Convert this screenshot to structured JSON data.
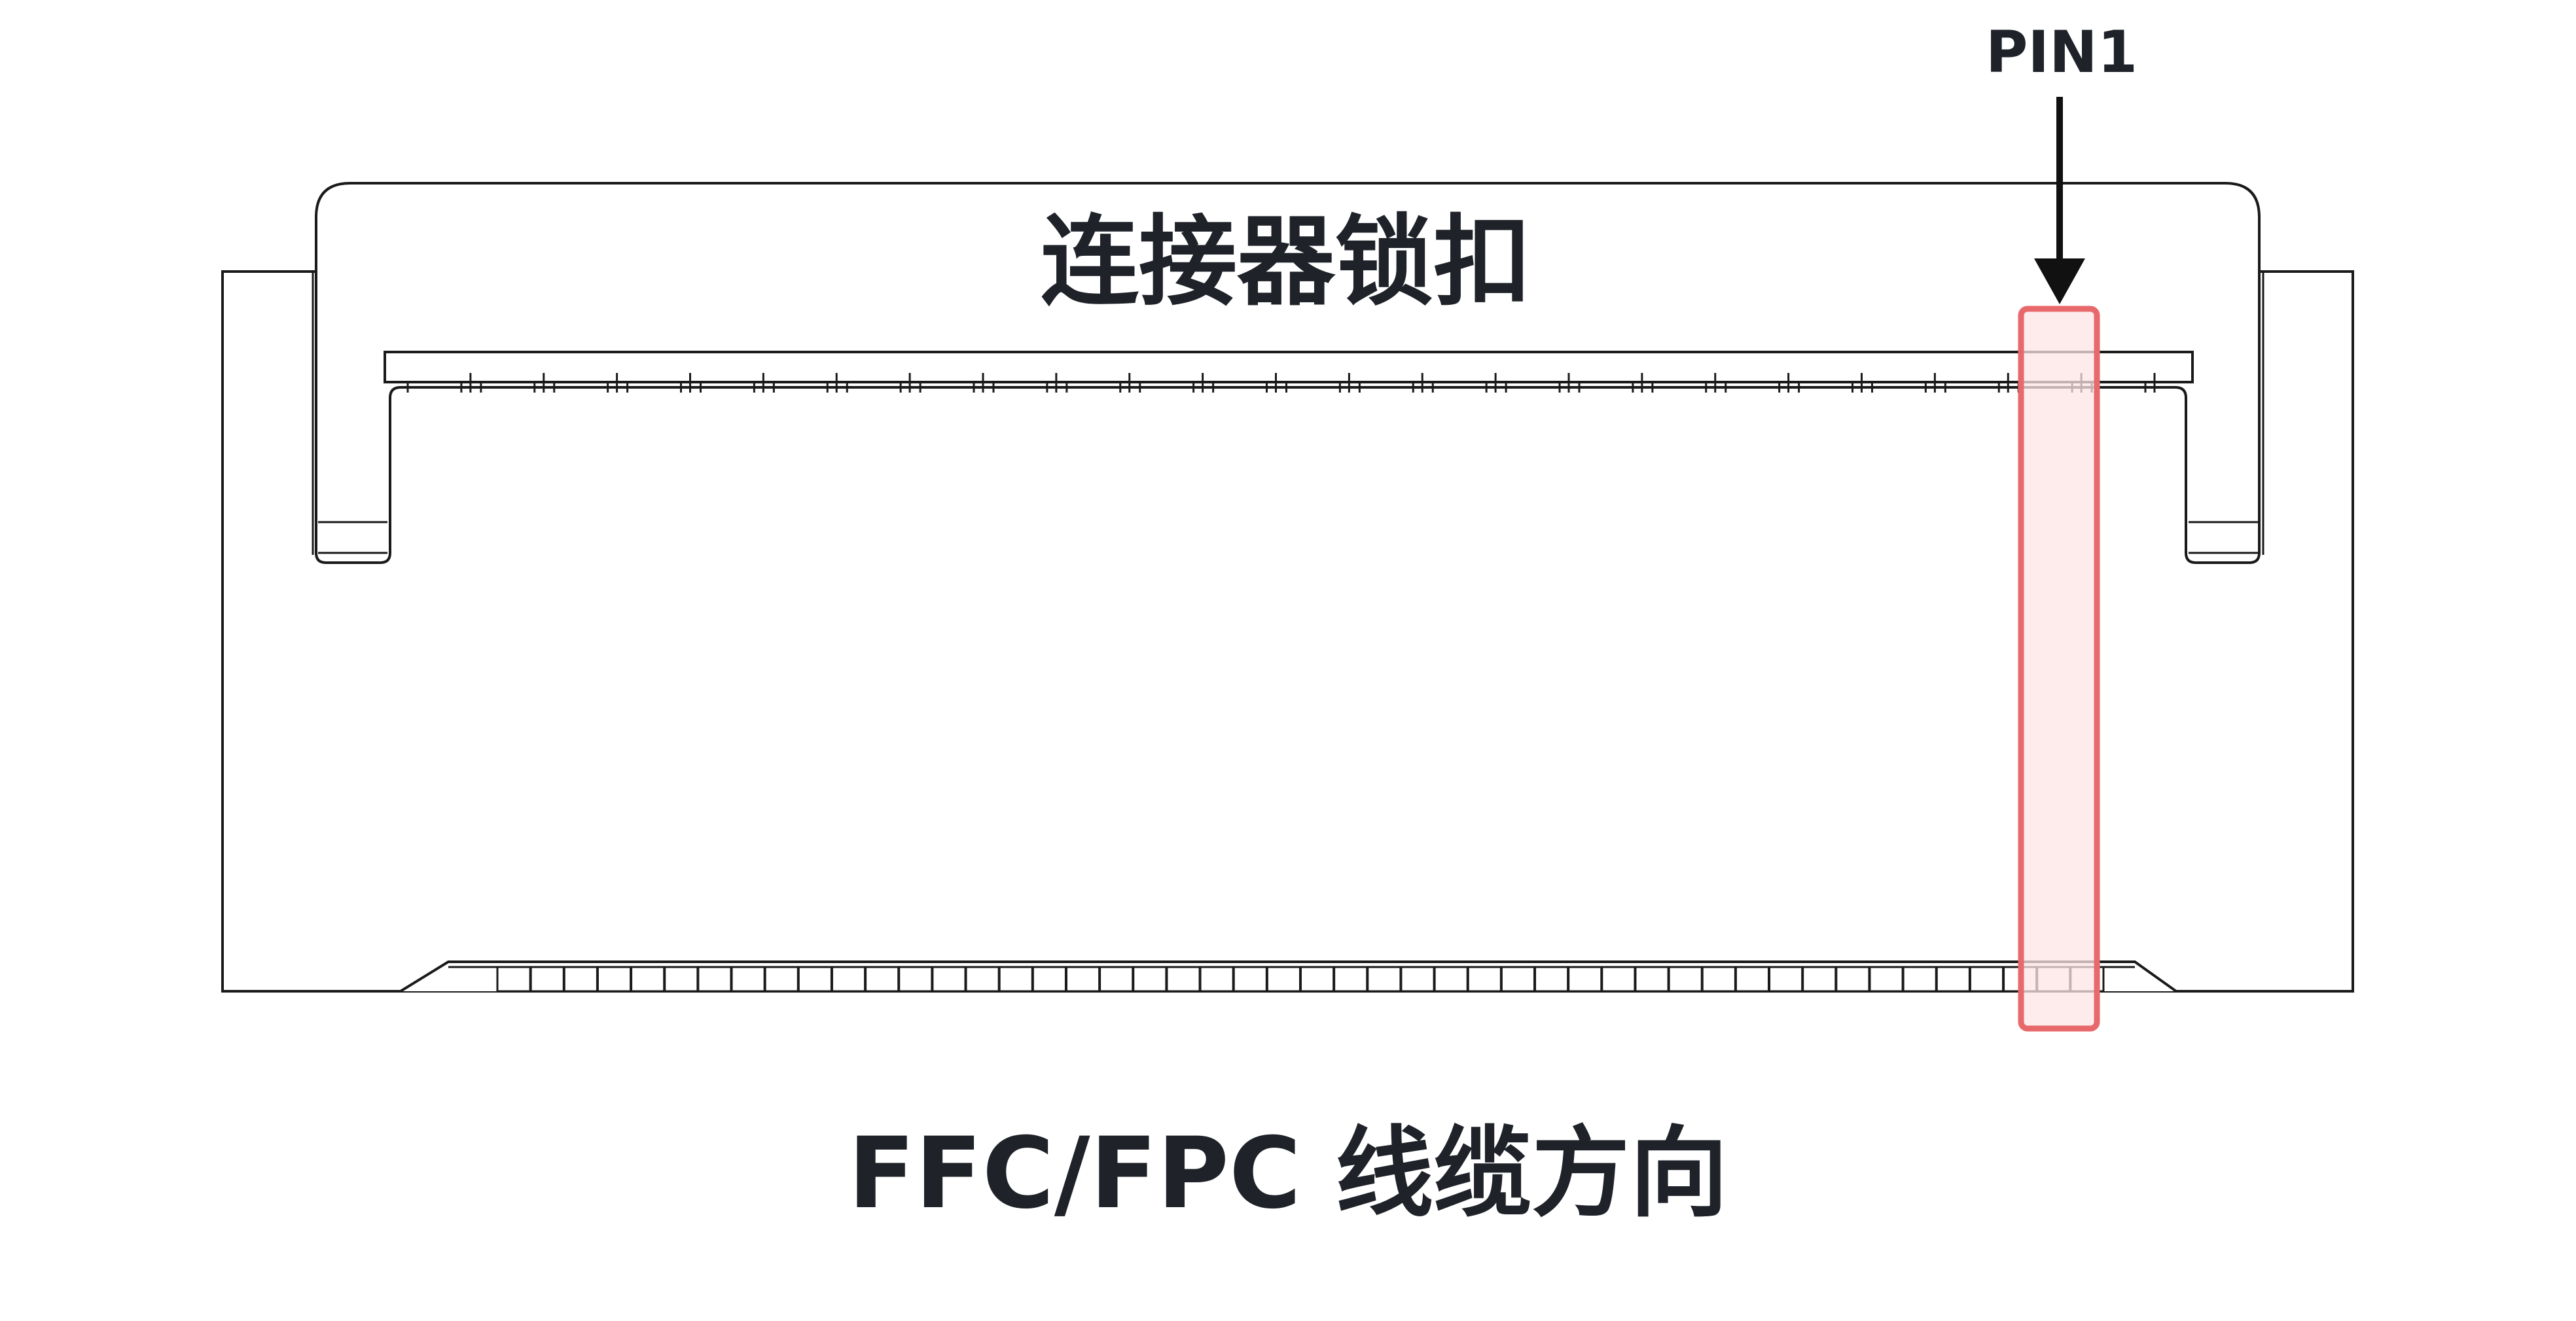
{
  "diagram": {
    "pin_label": "PIN1",
    "latch_label": "连接器锁扣",
    "cable_label": "FFC/FPC 线缆方向"
  },
  "colors": {
    "outline": "#1a1a1a",
    "highlight_stroke": "#e8696b",
    "highlight_fill": "#fde6e7",
    "text": "#1f2329"
  },
  "connector": {
    "top_contact_count": 24,
    "bottom_contact_count": 48
  }
}
